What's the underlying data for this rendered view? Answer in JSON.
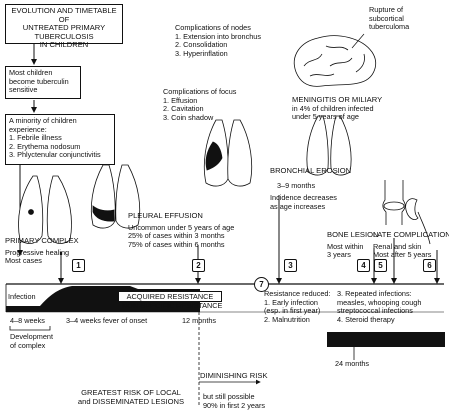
{
  "title": [
    "EVOLUTION AND TIMETABLE OF",
    "UNTREATED PRIMARY TUBERCULOSIS",
    "IN CHILDREN"
  ],
  "most_children": [
    "Most children",
    "become tuberculin",
    "sensitive"
  ],
  "minority": [
    "A minority of children",
    "experience:",
    "1.  Febrile illness",
    "2.  Erythema nodosum",
    "3.  Phlyctenular conjunctivitis"
  ],
  "nodes": [
    "Complications of nodes",
    "1.  Extension into bronchus",
    "2.  Consolidation",
    "3.  Hyperinflation"
  ],
  "rupture": [
    "Rupture of",
    "subcortical",
    "tuberculoma"
  ],
  "focus": [
    "Complications of focus",
    "1.  Effusion",
    "2.  Cavitation",
    "3.  Coin shadow"
  ],
  "meningitis": [
    "MENINGITIS OR MILIARY",
    "in 4% of children infected",
    "under 5 years of age"
  ],
  "bronchial": [
    "BRONCHIAL EROSION",
    "3–9 months",
    "Incidence decreases",
    "as age increases"
  ],
  "primary_complex": [
    "PRIMARY COMPLEX",
    "Progressive healing",
    "Most cases"
  ],
  "pleural": [
    "PLEURAL EFFUSION",
    "Uncommon under 5 years of age",
    "25% of cases within 3 months",
    "75% of cases within 6 months"
  ],
  "bone": [
    "BONE LESION",
    "Most within",
    "3 years"
  ],
  "late": [
    "LATE COMPLICATIONS",
    "Renal and skin",
    "Most after 5 years"
  ],
  "markers": [
    "1",
    "2",
    "3",
    "4",
    "5",
    "6"
  ],
  "marker_7": "7",
  "infection": "Infection",
  "acquired": "ACQUIRED RESISTANCE",
  "nonspecific": "NON-SPECIFIC RESISTANCE",
  "resistance": [
    "Resistance reduced:",
    "1.  Early infection",
    "     (esp. in first year)",
    "2.  Malnutrition"
  ],
  "repeated": [
    "3.  Repeated infections:",
    "     measles, whooping cough",
    "     streptococcal infections",
    "4.  Steroid therapy"
  ],
  "timeline": {
    "w1": "4–8 weeks",
    "w2": "3–4 weeks fever of onset",
    "m12": "12 months",
    "m24": "24 months"
  },
  "development": [
    "Development",
    "of complex"
  ],
  "diminishing": "DIMINISHING RISK",
  "greatest": [
    "GREATEST RISK OF LOCAL",
    "and DISSEMINATED LESIONS"
  ],
  "still": [
    "but still possible",
    "90% in first 2 years"
  ]
}
